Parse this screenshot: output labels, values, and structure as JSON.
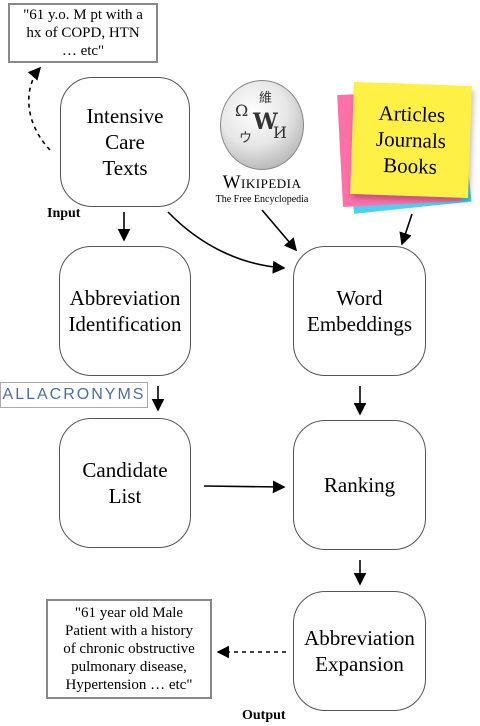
{
  "notes": {
    "input_example": [
      "\"61 y.o. M pt with a",
      "hx of COPD, HTN",
      "… etc\""
    ],
    "output_example": [
      "\"61 year old Male",
      "Patient with a history",
      "of chronic obstructive",
      "pulmonary disease,",
      "Hypertension … etc\""
    ]
  },
  "boxes": {
    "intensive": [
      "Intensive",
      "Care",
      "Texts"
    ],
    "abbrev_id": [
      "Abbreviation",
      "Identification"
    ],
    "candidate": [
      "Candidate",
      "List"
    ],
    "word_emb": [
      "Word",
      "Embeddings"
    ],
    "ranking": [
      "Ranking"
    ],
    "expansion": [
      "Abbreviation",
      "Expansion"
    ]
  },
  "labels": {
    "input": "Input",
    "output": "Output"
  },
  "logos": {
    "wikipedia_word": "Wikipedia",
    "wikipedia_tag": "The Free Encyclopedia",
    "globe_glyphs": [
      "Ω",
      "W",
      "И",
      "維",
      "ウ"
    ],
    "allacronyms": "ALLACRONYMS"
  },
  "sticky": [
    "Articles",
    "Journals",
    "Books"
  ],
  "colors": {
    "sticky_yellow": "#fff045",
    "sticky_blue": "#4fd0f0",
    "sticky_pink": "#ff6fa8",
    "allacronyms_blue": "#4a6fa5"
  }
}
